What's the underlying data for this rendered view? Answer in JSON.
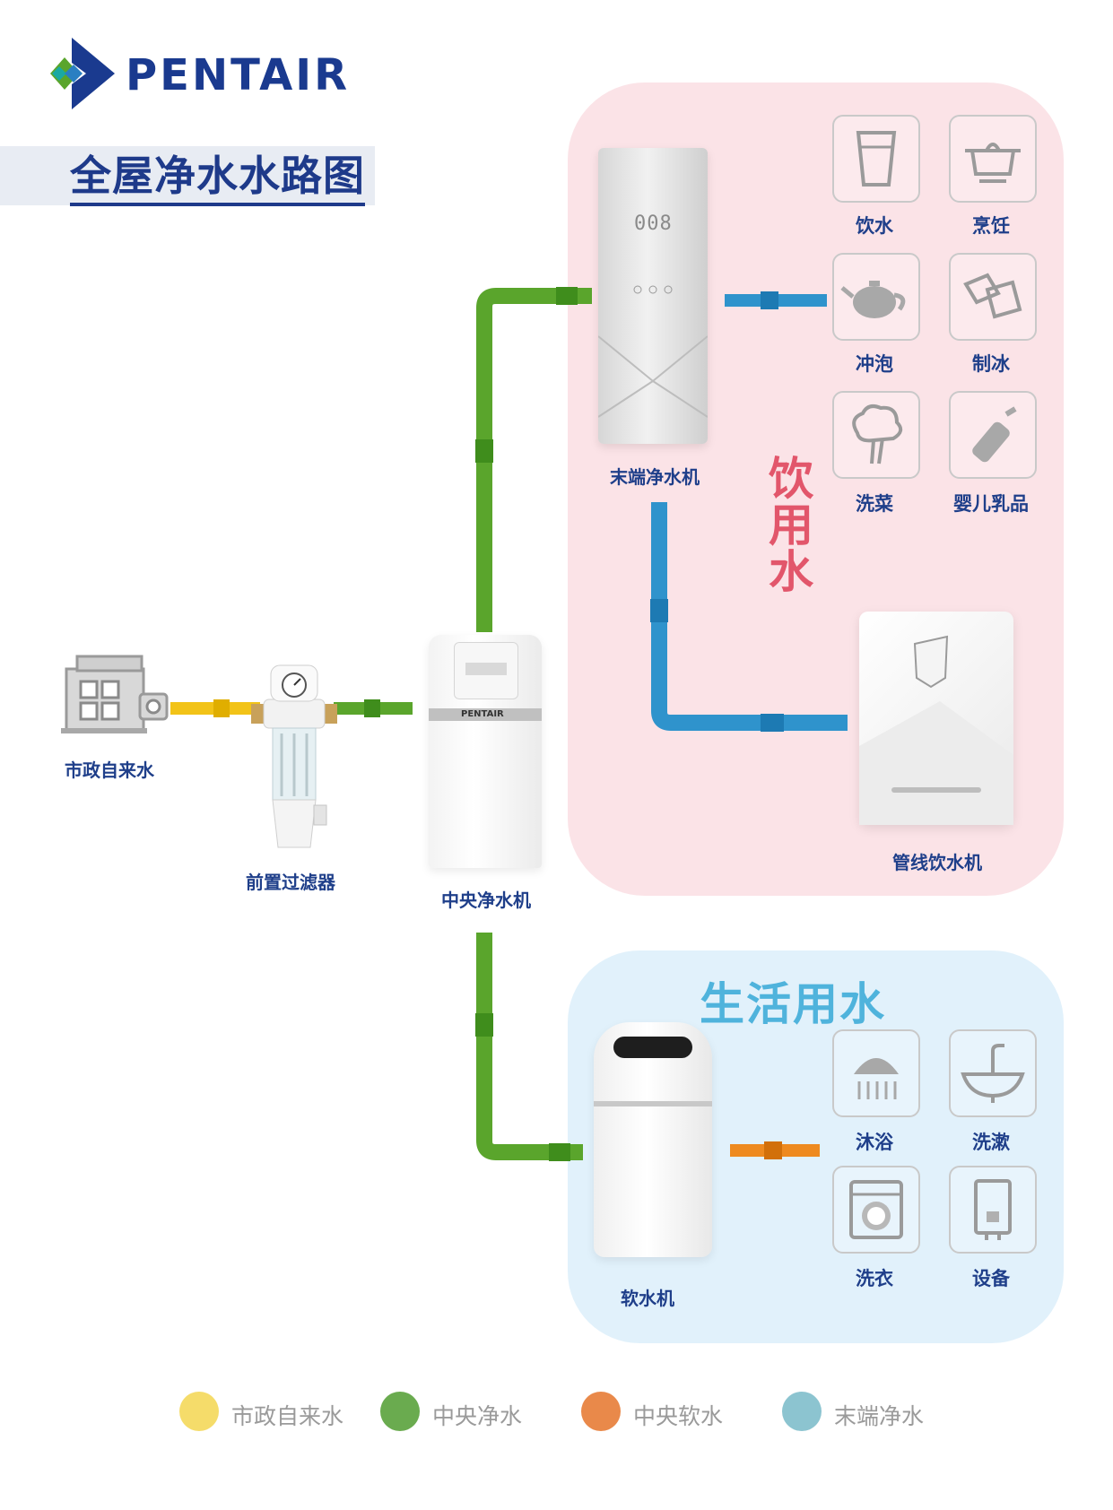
{
  "brand": {
    "name": "PENTAIR"
  },
  "title": "全屋净水水路图",
  "zones": {
    "drinking": "饮用水",
    "living": "生活用水"
  },
  "devices": {
    "municipal": "市政自来水",
    "prefilter": "前置过滤器",
    "central": "中央净水机",
    "terminal": "末端净水机",
    "pipeline_dispenser": "管线饮水机",
    "softener": "软水机"
  },
  "panel_texts": {
    "terminal_display": "008",
    "central_brand": "PENTAIR"
  },
  "drinking_uses": [
    {
      "label": "饮水",
      "icon": "cup-icon"
    },
    {
      "label": "烹饪",
      "icon": "cooking-pot-icon"
    },
    {
      "label": "冲泡",
      "icon": "teapot-icon"
    },
    {
      "label": "制冰",
      "icon": "ice-cube-icon"
    },
    {
      "label": "洗菜",
      "icon": "broccoli-icon"
    },
    {
      "label": "婴儿乳品",
      "icon": "baby-bottle-icon"
    }
  ],
  "living_uses": [
    {
      "label": "沐浴",
      "icon": "shower-icon"
    },
    {
      "label": "洗漱",
      "icon": "sink-icon"
    },
    {
      "label": "洗衣",
      "icon": "washing-machine-icon"
    },
    {
      "label": "设备",
      "icon": "water-heater-icon"
    }
  ],
  "legend": [
    {
      "label": "市政自来水",
      "color": "#f5dc6a"
    },
    {
      "label": "中央净水",
      "color": "#6aab4f"
    },
    {
      "label": "中央软水",
      "color": "#e9894a"
    },
    {
      "label": "末端净水",
      "color": "#8cc4d0"
    }
  ],
  "pipe_colors": {
    "municipal": "#f2c318",
    "central": "#5aa52c",
    "soft": "#ee8a1f",
    "terminal": "#2f93cc"
  }
}
